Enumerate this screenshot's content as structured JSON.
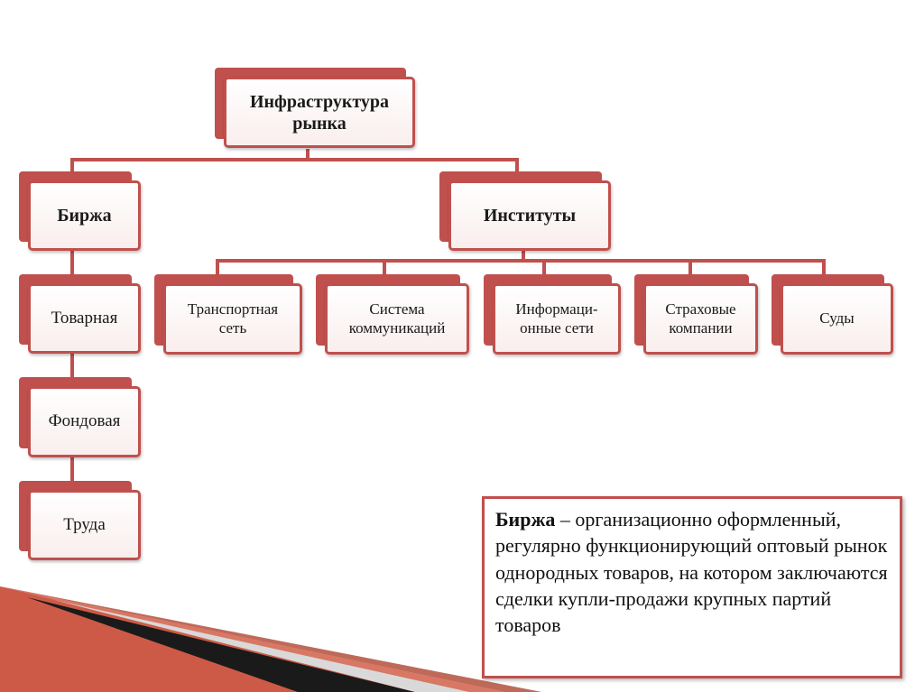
{
  "diagram": {
    "root": "Инфраструктура рынка",
    "branches": {
      "exchange": "Биржа",
      "institutions": "Институты"
    },
    "exchange_types": [
      "Товарная",
      "Фондовая",
      "Труда"
    ],
    "institution_types": [
      "Транспортная сеть",
      "Система коммуникаций",
      "Информаци-онные сети",
      "Страховые компании",
      "Суды"
    ]
  },
  "definition": {
    "term": "Биржа",
    "text": " – организационно оформленный, регулярно функционирующий оптовый рынок однородных товаров, на котором заключаются сделки купли-продажи крупных партий товаров"
  },
  "colors": {
    "accent": "#c0504d",
    "card_fill": "#ffffff",
    "wedge_dark": "#1a1a1a",
    "wedge_red": "#c0504d"
  }
}
